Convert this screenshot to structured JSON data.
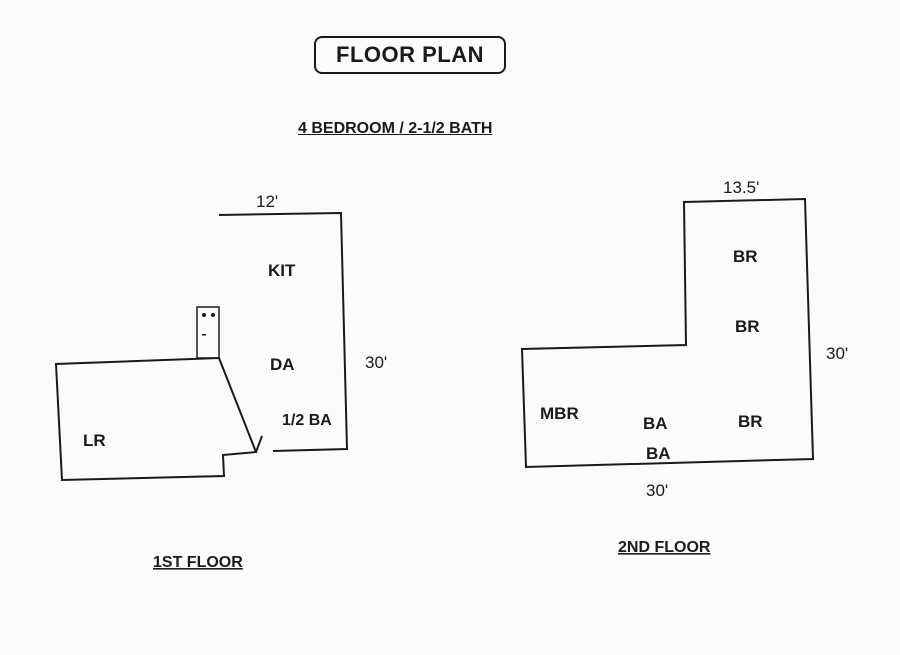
{
  "title": "FLOOR PLAN",
  "subtitle": "4 BEDROOM / 2-1/2 BATH",
  "first_floor": {
    "label": "1ST FLOOR",
    "width_dim": "12'",
    "length_dim": "30'",
    "rooms": {
      "kitchen": "KIT",
      "dining": "DA",
      "half_bath": "1/2 BA",
      "living": "LR"
    }
  },
  "second_floor": {
    "label": "2ND FLOOR",
    "width_dim": "13.5'",
    "length_dim": "30'",
    "bottom_dim": "30'",
    "rooms": {
      "bedroom_1": "BR",
      "bedroom_2": "BR",
      "bedroom_3": "BR",
      "master": "MBR",
      "bath_1": "BA",
      "bath_2": "BA"
    }
  }
}
